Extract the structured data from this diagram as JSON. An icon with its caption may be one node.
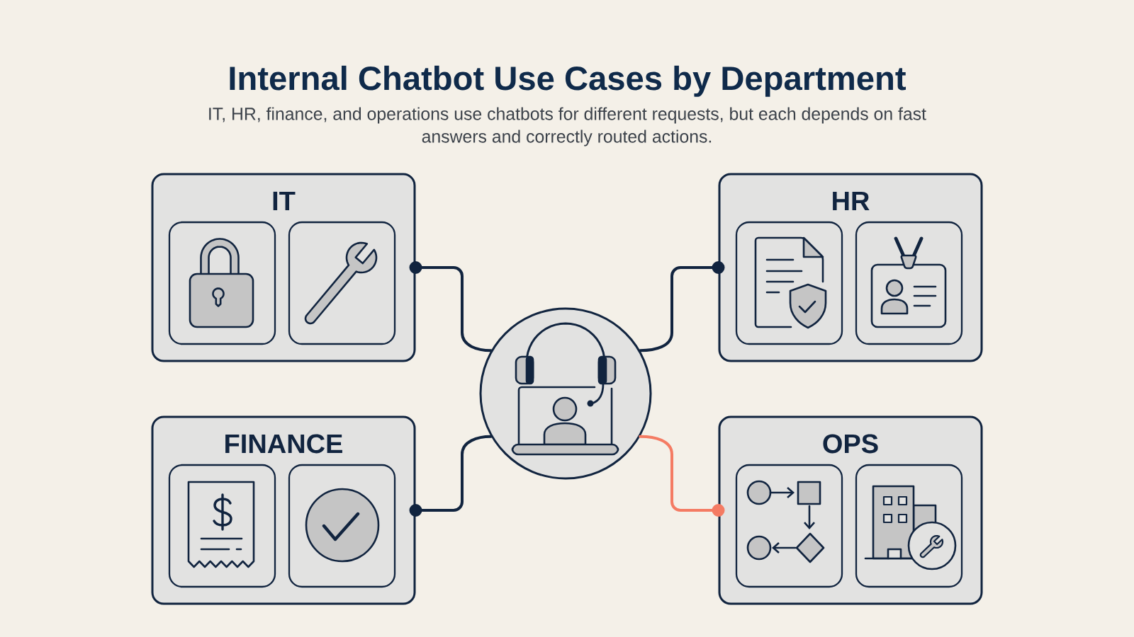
{
  "diagram": {
    "title": "Internal Chatbot Use Cases by Department",
    "nodes": [
      {
        "text": [
          "IT"
        ]
      },
      {
        "text": [],
        "shape": "box",
        "in": 0
      },
      {
        "text": [],
        "shape": "box",
        "in": 0
      },
      {
        "text": [
          "HR"
        ]
      },
      {
        "text": [],
        "shape": "box",
        "in": 3
      },
      {
        "text": [],
        "shape": "box",
        "in": 3
      },
      {
        "text": [],
        "shape": "circle"
      },
      {
        "text": [
          "FINANCE"
        ]
      },
      {
        "text": [],
        "shape": "box",
        "in": 7
      },
      {
        "text": [],
        "shape": "box",
        "in": 7
      },
      {
        "text": [
          "OPS"
        ]
      },
      {
        "text": [],
        "shape": "box",
        "in": 10
      },
      {
        "text": [],
        "shape": "box",
        "in": 10
      }
    ],
    "edges": [
      {
        "from": 6,
        "to": 0,
        "arrow": "other"
      },
      {
        "from": 6,
        "to": 3,
        "arrow": "other"
      },
      {
        "from": 6,
        "to": 7,
        "arrow": "other"
      },
      {
        "from": 6,
        "to": 10,
        "arrow": "other",
        "color": "#f47b63"
      }
    ],
    "labels": [
      "IT, HR, finance, and operations use chatbots for different requests, but each depends on fast answers and correctly routed actions."
    ]
  }
}
